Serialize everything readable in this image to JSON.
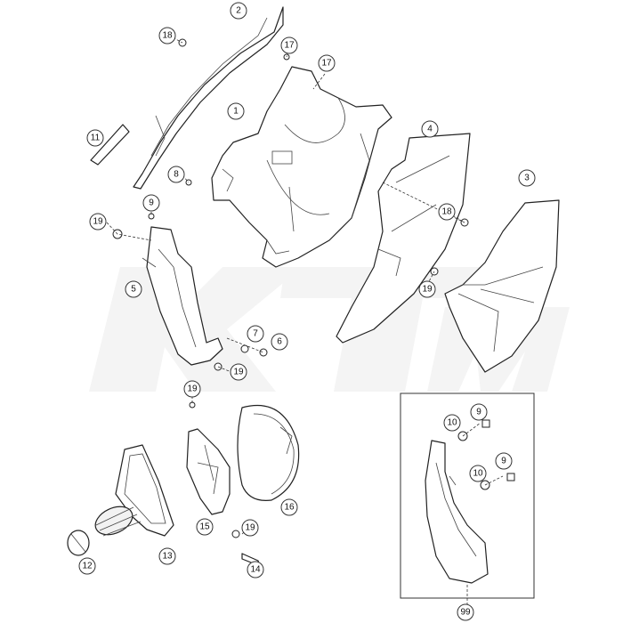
{
  "diagram": {
    "watermark_text": "KTM",
    "callouts": [
      "2",
      "18",
      "17",
      "17",
      "1",
      "11",
      "8",
      "4",
      "9",
      "19",
      "3",
      "18",
      "19",
      "5",
      "7",
      "6",
      "19",
      "19",
      "10",
      "9",
      "10",
      "9",
      "16",
      "15",
      "19",
      "13",
      "12",
      "14",
      "99"
    ]
  }
}
